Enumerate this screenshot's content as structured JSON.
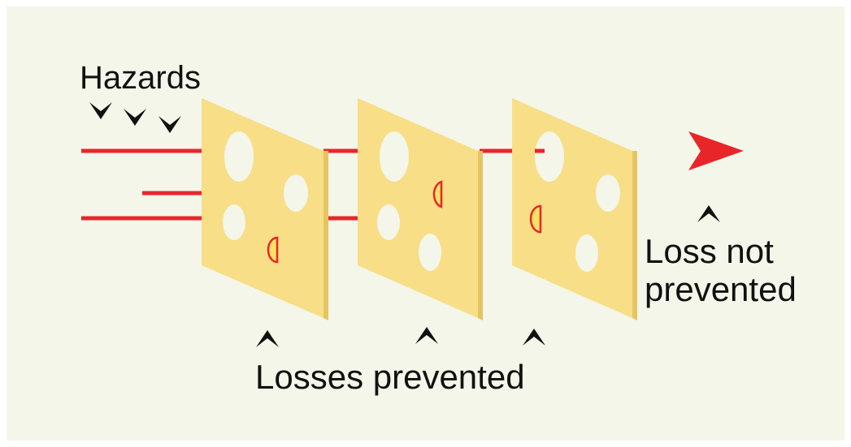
{
  "diagram": {
    "hazards_label": "Hazards",
    "losses_prevented_label": "Losses prevented",
    "loss_not_prevented_label": [
      "Loss not",
      "prevented"
    ],
    "colors": {
      "background": "#f3f6e8",
      "slice_fill": "#f8de86",
      "slice_edge": "#e6c463",
      "hole_fill": "#f3f6e8",
      "hazard_line": "#e8262a",
      "arrowhead_outcome": "#e8262a",
      "marker": "#111111"
    },
    "icons": {
      "hazard_markers": "chevron-down-icon",
      "prevention_markers": "chevron-up-icon",
      "outcome_marker": "arrowhead-right-icon"
    }
  }
}
